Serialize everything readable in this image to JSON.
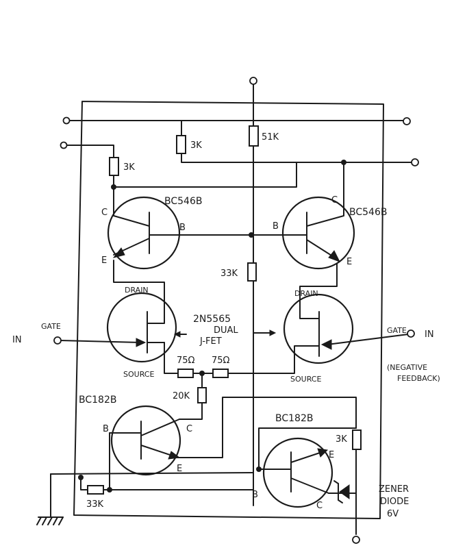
{
  "labels": {
    "r_top_left": "3K",
    "r_top_mid": "3K",
    "r_top": "51K",
    "r_mid": "33K",
    "r_75_left": "75Ω",
    "r_75_right": "75Ω",
    "r_20k": "20K",
    "r_3k_right": "3K",
    "r_33k_bottom": "33K",
    "q_top_left": "BC546B",
    "q_top_right": "BC546B",
    "q_bottom_left": "BC182B",
    "q_bottom_right": "BC182B",
    "jfet_name": "2N5565",
    "jfet_dual": "DUAL",
    "jfet_type": "J-FET",
    "drain": "DRAIN",
    "source": "SOURCE",
    "gate": "GATE",
    "in": "IN",
    "neg_feedback": "(NEGATIVE",
    "feedback": "FEEDBACK)",
    "zener1": "ZENER",
    "zener2": "DIODE",
    "zener3": "6V",
    "pin_c": "C",
    "pin_b": "B",
    "pin_e": "E"
  }
}
